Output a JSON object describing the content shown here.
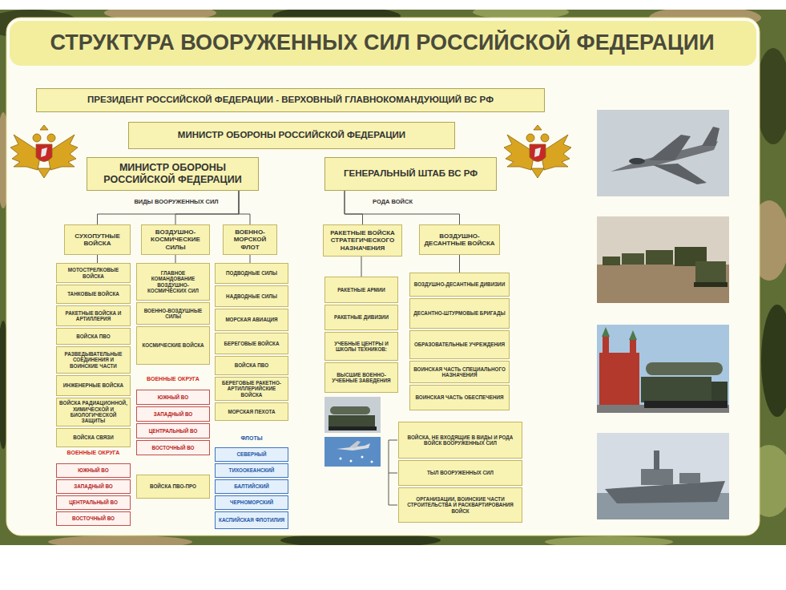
{
  "diagram": {
    "title": "СТРУКТУРА ВООРУЖЕННЫХ СИЛ РОССИЙСКОЙ ФЕДЕРАЦИИ",
    "nodes": [
      {
        "text": [
          "ПРЕЗИДЕНТ РОССИЙСКОЙ ФЕДЕРАЦИИ - ВЕРХОВНЫЙ ГЛАВНОКОМАНДУЮЩИЙ ВС РФ"
        ]
      },
      {
        "text": [
          "МИНИСТР ОБОРОНЫ РОССИЙСКОЙ ФЕДЕРАЦИИ"
        ]
      },
      {
        "text": [
          "МИНИСТР ОБОРОНЫ РОССИЙСКОЙ ФЕДЕРАЦИИ"
        ]
      },
      {
        "text": [
          "ГЕНЕРАЛЬНЫЙ ШТАБ ВС РФ"
        ]
      },
      {
        "text": [
          "СУХОПУТНЫЕ ВОЙСКА"
        ]
      },
      {
        "text": [
          "ВОЗДУШНО-КОСМИЧЕСКИЕ СИЛЫ"
        ]
      },
      {
        "text": [
          "ВОЕННО-МОРСКОЙ ФЛОТ"
        ]
      },
      {
        "text": [
          "РАКЕТНЫЕ ВОЙСКА СТРАТЕГИЧЕСКОГО НАЗНАЧЕНИЯ"
        ]
      },
      {
        "text": [
          "ВОЗДУШНО-ДЕСАНТНЫЕ ВОЙСКА"
        ]
      },
      {
        "text": [
          "МОТОСТРЕЛКОВЫЕ ВОЙСКА"
        ]
      },
      {
        "text": [
          "ТАНКОВЫЕ ВОЙСКА"
        ]
      },
      {
        "text": [
          "РАКЕТНЫЕ ВОЙСКА И АРТИЛЛЕРИЯ"
        ]
      },
      {
        "text": [
          "ВОЙСКА ПВО"
        ]
      },
      {
        "text": [
          "РАЗВЕДЫВАТЕЛЬНЫЕ СОЕДИНЕНИЯ И ВОИНСКИЕ ЧАСТИ"
        ]
      },
      {
        "text": [
          "ИНЖЕНЕРНЫЕ ВОЙСКА"
        ]
      },
      {
        "text": [
          "ВОЙСКА РАДИАЦИОННОЙ, ХИМИЧЕСКОЙ И БИОЛОГИЧЕСКОЙ ЗАЩИТЫ"
        ]
      },
      {
        "text": [
          "ВОЙСКА СВЯЗИ"
        ]
      },
      {
        "text": [
          "ЮЖНЫЙ ВО"
        ]
      },
      {
        "text": [
          "ЗАПАДНЫЙ ВО"
        ]
      },
      {
        "text": [
          "ЦЕНТРАЛЬНЫЙ ВО"
        ]
      },
      {
        "text": [
          "ВОСТОЧНЫЙ ВО"
        ]
      },
      {
        "text": [
          "ГЛАВНОЕ КОМАНДОВАНИЕ ВОЗДУШНО-КОСМИЧЕСКИХ СИЛ"
        ]
      },
      {
        "text": [
          "ВОЕННО-ВОЗДУШНЫЕ СИЛЫ"
        ]
      },
      {
        "text": [
          "КОСМИЧЕСКИЕ ВОЙСКА"
        ]
      },
      {
        "text": [
          "ЮЖНЫЙ ВО"
        ]
      },
      {
        "text": [
          "ЗАПАДНЫЙ ВО"
        ]
      },
      {
        "text": [
          "ЦЕНТРАЛЬНЫЙ ВО"
        ]
      },
      {
        "text": [
          "ВОСТОЧНЫЙ ВО"
        ]
      },
      {
        "text": [
          "ВОЙСКА ПВО-ПРО"
        ]
      },
      {
        "text": [
          "ПОДВОДНЫЕ СИЛЫ"
        ]
      },
      {
        "text": [
          "НАДВОДНЫЕ СИЛЫ"
        ]
      },
      {
        "text": [
          "МОРСКАЯ АВИАЦИЯ"
        ]
      },
      {
        "text": [
          "БЕРЕГОВЫЕ ВОЙСКА"
        ]
      },
      {
        "text": [
          "ВОЙСКА ПВО"
        ]
      },
      {
        "text": [
          "БЕРЕГОВЫЕ РАКЕТНО-АРТИЛЛЕРИЙСКИЕ ВОЙСКА"
        ]
      },
      {
        "text": [
          "МОРСКАЯ ПЕХОТА"
        ]
      },
      {
        "text": [
          "СЕВЕРНЫЙ"
        ]
      },
      {
        "text": [
          "ТИХООКЕАНСКИЙ"
        ]
      },
      {
        "text": [
          "БАЛТИЙСКИЙ"
        ]
      },
      {
        "text": [
          "ЧЕРНОМОРСКИЙ"
        ]
      },
      {
        "text": [
          "КАСПИЙСКАЯ ФЛОТИЛИЯ"
        ]
      },
      {
        "text": [
          "РАКЕТНЫЕ АРМИИ"
        ]
      },
      {
        "text": [
          "РАКЕТНЫЕ ДИВИЗИИ"
        ]
      },
      {
        "text": [
          "УЧЕБНЫЕ ЦЕНТРЫ И ШКОЛЫ ТЕХНИКОВ:"
        ]
      },
      {
        "text": [
          "ВЫСШИЕ ВОЕННО-УЧЕБНЫЕ ЗАВЕДЕНИЯ"
        ]
      },
      {
        "text": [
          "ВОЗДУШНО-ДЕСАНТНЫЕ ДИВИЗИИ"
        ]
      },
      {
        "text": [
          "ДЕСАНТНО-ШТУРМОВЫЕ БРИГАДЫ"
        ]
      },
      {
        "text": [
          "ОБРАЗОВАТЕЛЬНЫЕ УЧРЕЖДЕНИЯ"
        ]
      },
      {
        "text": [
          "ВОИНСКАЯ ЧАСТЬ СПЕЦИАЛЬНОГО НАЗНАЧЕНИЯ"
        ]
      },
      {
        "text": [
          "ВОИНСКАЯ ЧАСТЬ ОБЕСПЕЧЕНИЯ"
        ]
      },
      {
        "text": [
          "ВОЙСКА, НЕ ВХОДЯЩИЕ В ВИДЫ И РОДА ВОЙСК ВООРУЖЕННЫХ СИЛ"
        ]
      },
      {
        "text": [
          "ТЫЛ ВООРУЖЕННЫХ СИЛ"
        ]
      },
      {
        "text": [
          "ОРГАНИЗАЦИИ, ВОИНСКИЕ ЧАСТИ СТРОИТЕЛЬСТВА И РАСКВАРТИРОВАНИЯ ВОЙСК"
        ]
      }
    ],
    "edges": [
      {
        "from": 2,
        "to": 4,
        "arrow": "none"
      },
      {
        "from": 2,
        "to": 5,
        "arrow": "none"
      },
      {
        "from": 2,
        "to": 6,
        "arrow": "none"
      },
      {
        "from": 3,
        "to": 7,
        "arrow": "none"
      },
      {
        "from": 3,
        "to": 8,
        "arrow": "none"
      },
      {
        "from": 4,
        "to": 9,
        "arrow": "none"
      },
      {
        "from": 5,
        "to": 21,
        "arrow": "none"
      },
      {
        "from": 6,
        "to": 29,
        "arrow": "none"
      },
      {
        "from": 7,
        "to": 41,
        "arrow": "none"
      },
      {
        "from": 8,
        "to": 45,
        "arrow": "none"
      }
    ],
    "labels": [
      "ВИДЫ ВООРУЖЕННЫХ СИЛ",
      "РОДА ВОЙСК",
      "ВОЕННЫЕ ОКРУГА",
      "ВОЕННЫЕ ОКРУГА",
      "ФЛОТЫ"
    ]
  }
}
